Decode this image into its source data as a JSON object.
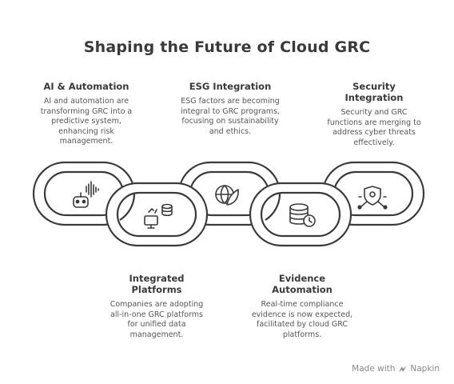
{
  "title": "Shaping the Future of Cloud GRC",
  "top_items": [
    {
      "heading": "AI & Automation",
      "body": "AI and automation are transforming GRC into a predictive system, enhancing risk management.",
      "icon": "robot-voice-icon"
    },
    {
      "heading": "ESG Integration",
      "body": "ESG factors are becoming integral to GRC programs, focusing on sustainability and ethics.",
      "icon": "globe-leaf-icon"
    },
    {
      "heading": "Security Integration",
      "body": "Security and GRC functions are merging to address cyber threats effectively.",
      "icon": "shield-network-icon"
    }
  ],
  "bottom_items": [
    {
      "heading": "Integrated Platforms",
      "body": "Companies are adopting all-in-one GRC platforms for unified data management.",
      "icon": "database-sync-icon"
    },
    {
      "heading": "Evidence Automation",
      "body": "Real-time compliance evidence is now expected, facilitated by cloud GRC platforms.",
      "icon": "database-clock-icon"
    }
  ],
  "credit": {
    "text": "Made with",
    "brand": "Napkin"
  },
  "colors": {
    "ink": "#3a3a3a",
    "muted": "#8a8a8a"
  }
}
